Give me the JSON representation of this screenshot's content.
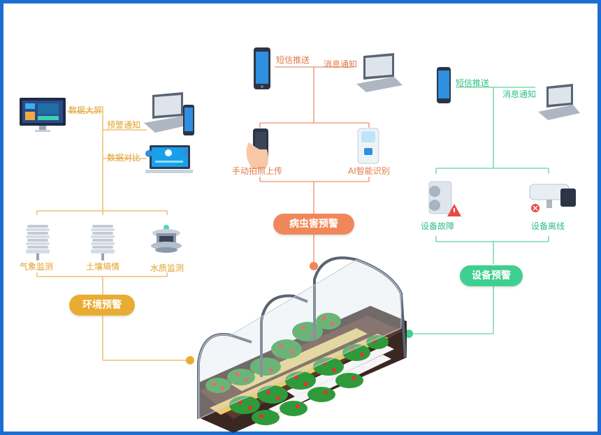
{
  "colors": {
    "border": "#1c6fd0",
    "environment": "#e9ac32",
    "pest": "#f0875a",
    "device": "#3fcf90"
  },
  "environment": {
    "top_labels": [
      "数据大屏",
      "预警通知",
      "数据对比"
    ],
    "sensors": [
      "气象监测",
      "土壤墒情",
      "水质监测"
    ],
    "badge": "环境预警"
  },
  "pest": {
    "top_labels": [
      "短信推送",
      "消息通知"
    ],
    "inputs": [
      "手动拍照上传",
      "AI智能识别"
    ],
    "badge": "病虫害预警"
  },
  "device": {
    "top_labels": [
      "短信推送",
      "消息通知"
    ],
    "faults": [
      "设备故障",
      "设备离线"
    ],
    "badge": "设备预警"
  },
  "icons": {
    "phone": "phone-icon",
    "laptop": "laptop-icon",
    "monitor": "monitor-icon",
    "sensor": "weather-station-icon",
    "water": "water-sensor-icon",
    "camera": "camera-icon",
    "warning": "warning-icon",
    "greenhouse": "greenhouse-illustration"
  }
}
